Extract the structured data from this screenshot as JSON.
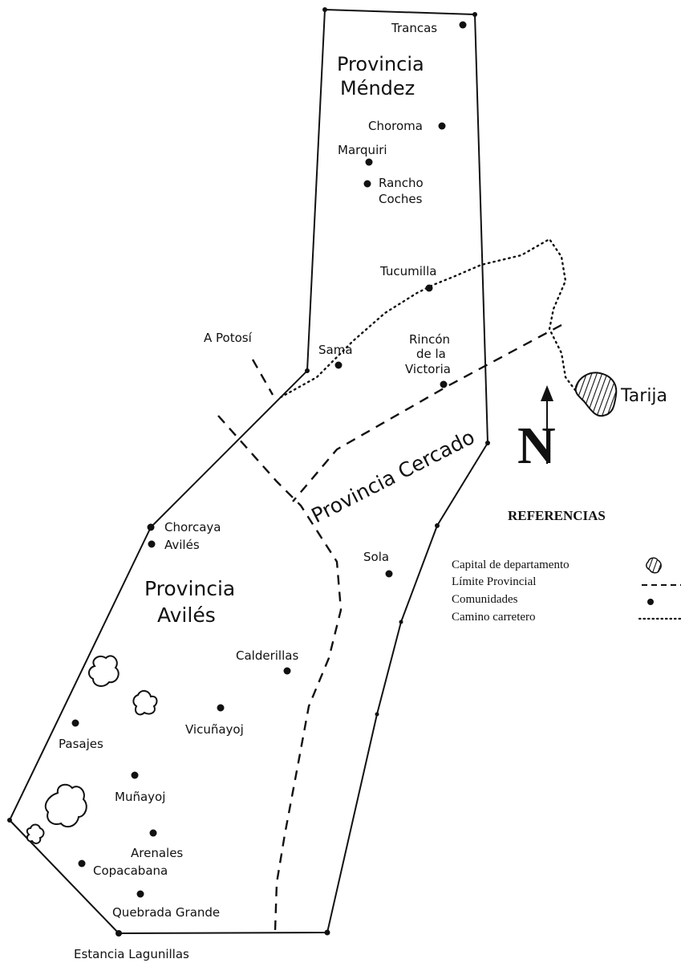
{
  "provinces": {
    "mendez": [
      "Provincia",
      "Méndez"
    ],
    "aviles": [
      "Provincia",
      "Avilés"
    ],
    "cercado": "Provincia Cercado"
  },
  "places": {
    "trancas": "Trancas",
    "choroma": "Choroma",
    "marquiri": "Marquiri",
    "rancho_coches": [
      "Rancho",
      "Coches"
    ],
    "tucumilla": "Tucumilla",
    "a_potosi": "A Potosí",
    "sama": "Sama",
    "rincon": [
      "Rincón",
      "de la",
      "Victoria"
    ],
    "tarija": "Tarija",
    "chorcaya": "Chorcaya",
    "aviles": "Avilés",
    "sola": "Sola",
    "calderillas": "Calderillas",
    "vicunayoj": "Vicuñayoj",
    "pasajes": "Pasajes",
    "munayoj": "Muñayoj",
    "arenales": "Arenales",
    "copacabana": "Copacabana",
    "quebrada_grande": "Quebrada Grande",
    "estancia_lagunillas": "Estancia Lagunillas"
  },
  "compass": {
    "label": "N"
  },
  "legend": {
    "title": "REFERENCIAS",
    "items": [
      {
        "label": "Capital de departamento",
        "symbol": "hatched-blob-icon"
      },
      {
        "label": "Límite Provincial",
        "symbol": "dashed-line-icon"
      },
      {
        "label": "Comunidades",
        "symbol": "dot-icon"
      },
      {
        "label": "Camino carretero",
        "symbol": "dotted-line-icon"
      }
    ]
  },
  "colors": {
    "ink": "#111111",
    "paper": "#ffffff"
  }
}
